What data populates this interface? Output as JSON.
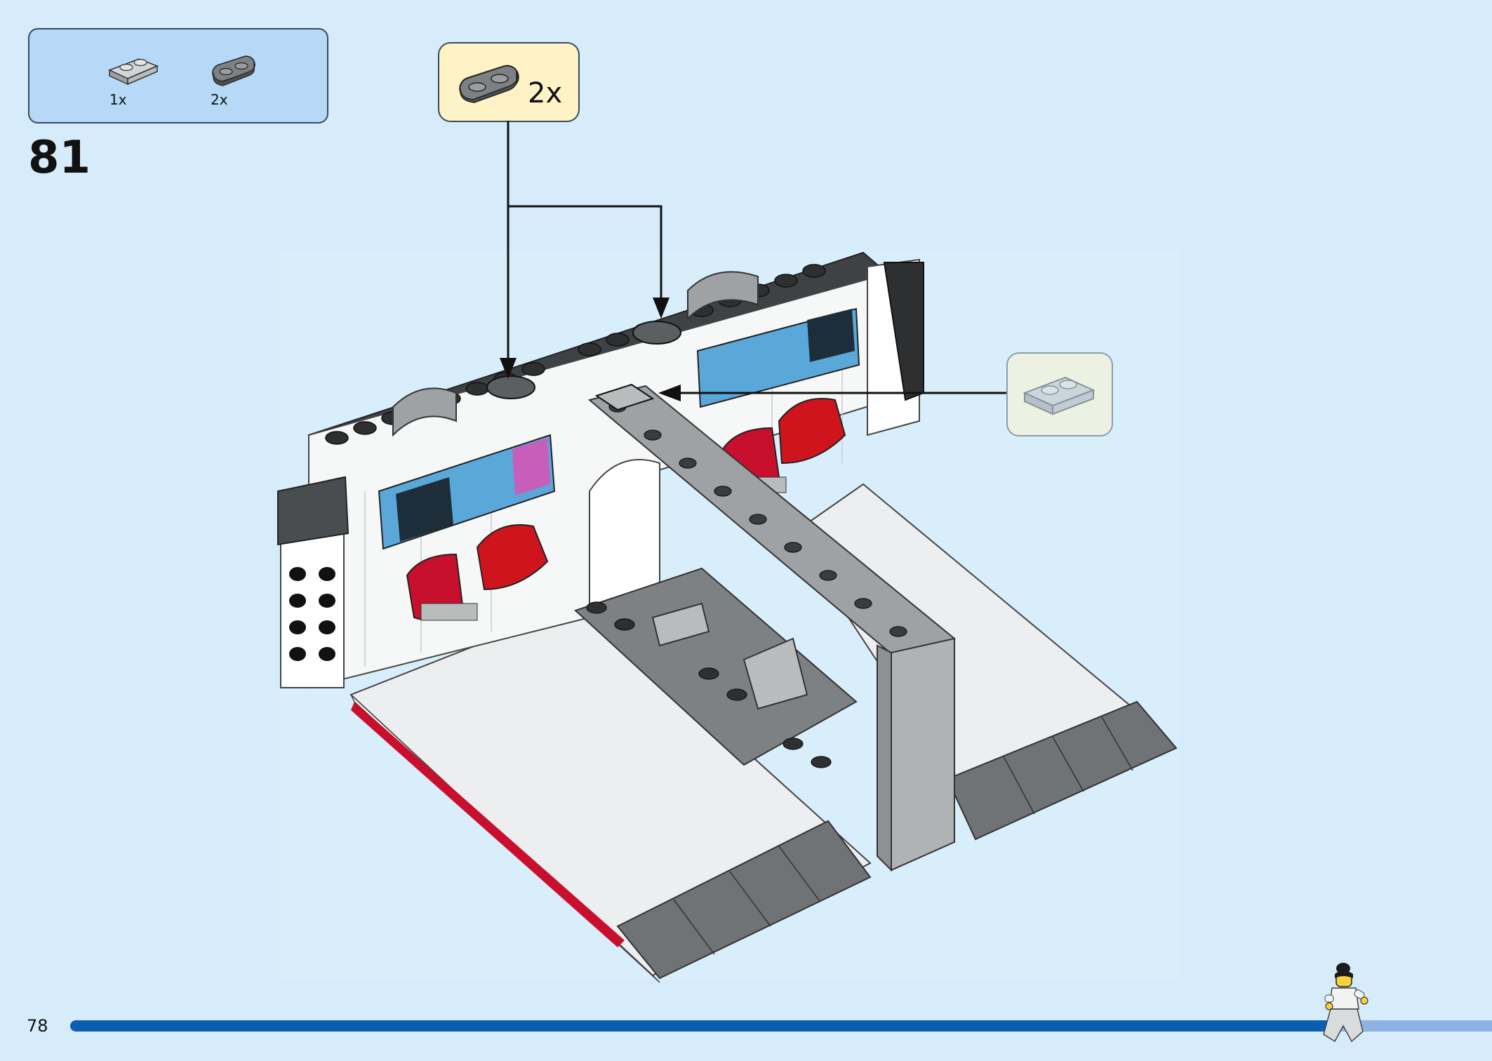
{
  "parts_list": {
    "items": [
      {
        "icon": "light-gray-plate-1x2-icon",
        "qty": "1x",
        "color": "#b9bcbd"
      },
      {
        "icon": "dark-gray-round-plate-1x2-icon",
        "qty": "2x",
        "color": "#5b5f62"
      }
    ]
  },
  "step": {
    "number": "81"
  },
  "callouts": [
    {
      "icon": "dark-gray-round-plate-1x2-icon",
      "qty": "2x"
    },
    {
      "icon": "light-gray-plate-1x2-icon",
      "qty": ""
    }
  ],
  "colors": {
    "page_background": "#d6ecfb",
    "parts_box": "#b5d9f6",
    "callout": "#fdf3c6",
    "progress": "#0b5fb0",
    "progress_track": "#8fb2e6"
  },
  "page": {
    "number": "78"
  },
  "progress": {
    "fraction": 0.89
  }
}
